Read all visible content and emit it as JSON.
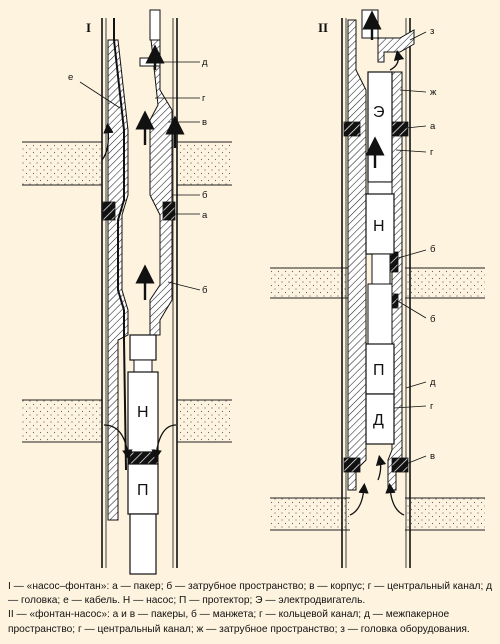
{
  "figure": {
    "I": {
      "roman": "I",
      "letters": {
        "a": "а",
        "b1": "б",
        "b2": "б",
        "v": "в",
        "g": "г",
        "d": "д",
        "e": "е"
      },
      "pump": "Н",
      "protector": "П"
    },
    "II": {
      "roman": "II",
      "letters": {
        "a_top": "а",
        "v_bot": "в",
        "b1": "б",
        "b2": "б",
        "g1": "г",
        "g2": "г",
        "d": "д",
        "zh": "ж",
        "z": "з"
      },
      "motor": "Э",
      "pump": "Н",
      "protector": "П",
      "motor_low": "Д"
    },
    "colors": {
      "background": "#fdf3df",
      "ink": "#111111",
      "stipple": "#555555",
      "pipe_fill": "#ffffff"
    }
  },
  "caption": {
    "line1": "I — «насос–фонтан»: а — пакер; б — затрубное пространство; в — корпус; г — центральный канал; д — головка; е — кабель. Н — насос; П — протектор; Э — электродвигатель.",
    "line2": "II — «фонтан-насос»: а и в — пакеры, б — манжета; г — кольцевой канал; д — межпакерное пространство; г — центральный канал; ж — затрубное пространство; з — головка оборудования."
  }
}
